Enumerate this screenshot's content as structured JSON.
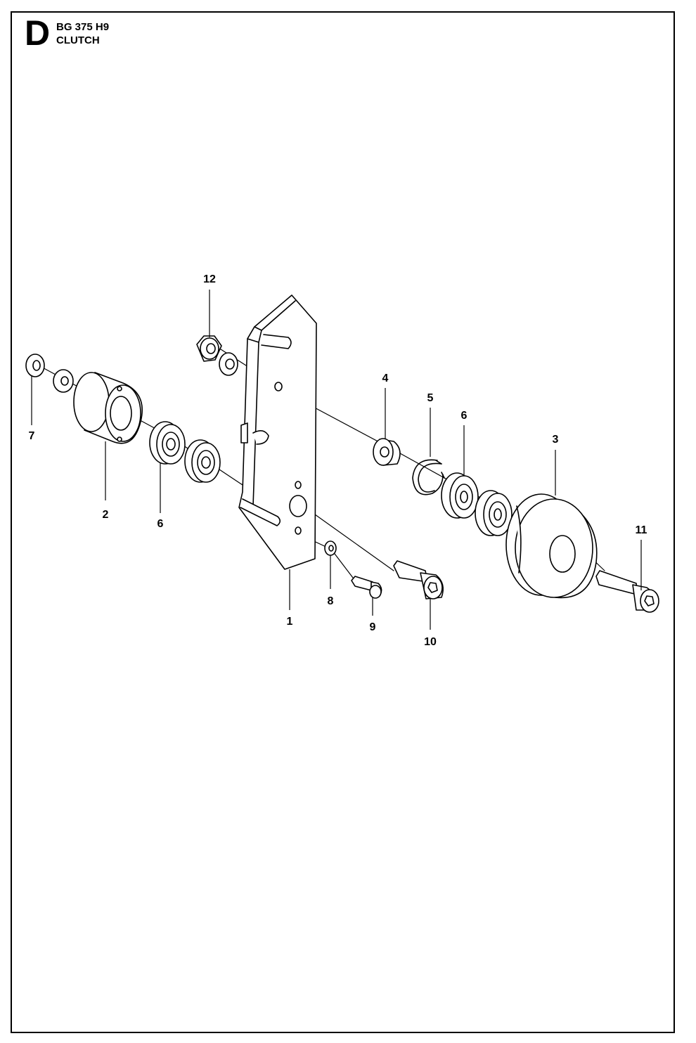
{
  "header": {
    "section_letter": "D",
    "model": "BG 375 H9",
    "title": "CLUTCH"
  },
  "callouts": [
    "1",
    "2",
    "3",
    "4",
    "5",
    "6",
    "6",
    "7",
    "8",
    "9",
    "10",
    "11",
    "12"
  ]
}
